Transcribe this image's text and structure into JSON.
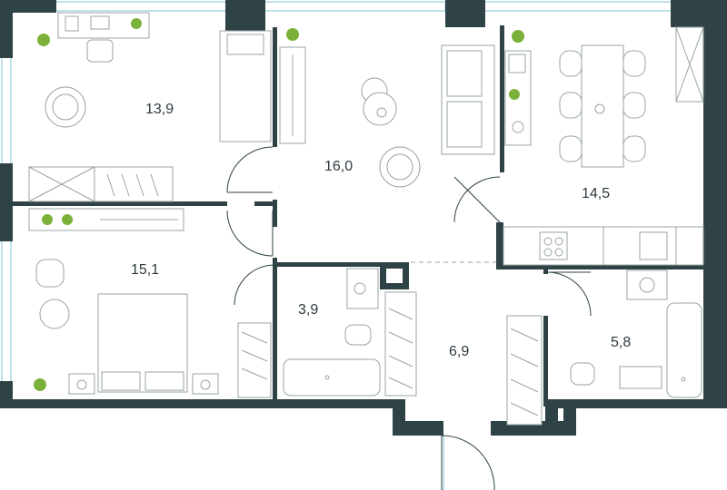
{
  "plan": {
    "rooms": [
      {
        "id": "bedroom-top",
        "area": "13,9"
      },
      {
        "id": "living",
        "area": "16,0"
      },
      {
        "id": "kitchen",
        "area": "14,5"
      },
      {
        "id": "bedroom-bottom",
        "area": "15,1"
      },
      {
        "id": "bathroom-small",
        "area": "3,9"
      },
      {
        "id": "hall",
        "area": "6,9"
      },
      {
        "id": "bathroom-large",
        "area": "5,8"
      }
    ]
  },
  "colors": {
    "wall": "#2f4346",
    "window": "#7fc6d4",
    "furniture_stroke": "#9aa3a5",
    "plant": "#7bb13a",
    "label": "#2d3b40"
  }
}
